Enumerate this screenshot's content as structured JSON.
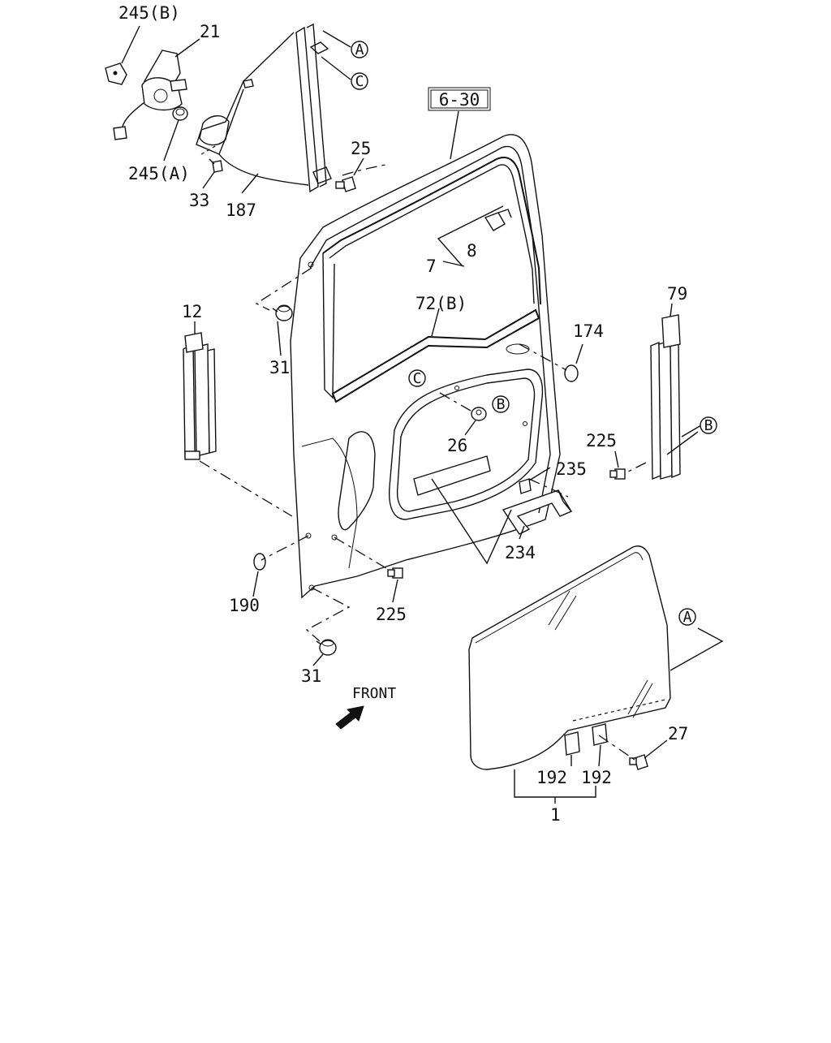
{
  "labels": {
    "p245b": "245(B)",
    "p21": "21",
    "p245a": "245(A)",
    "p33": "33",
    "p187": "187",
    "p25": "25",
    "ref630": "6-30",
    "p7": "7",
    "p8": "8",
    "p72b": "72(B)",
    "p12": "12",
    "p31a": "31",
    "p174": "174",
    "p79": "79",
    "p26": "26",
    "p225a": "225",
    "p235": "235",
    "p234": "234",
    "p190": "190",
    "p225b": "225",
    "p31b": "31",
    "p27": "27",
    "p192a": "192",
    "p192b": "192",
    "p1": "1",
    "front": "FRONT"
  },
  "callouts": {
    "A": "A",
    "B": "B",
    "C": "C"
  }
}
